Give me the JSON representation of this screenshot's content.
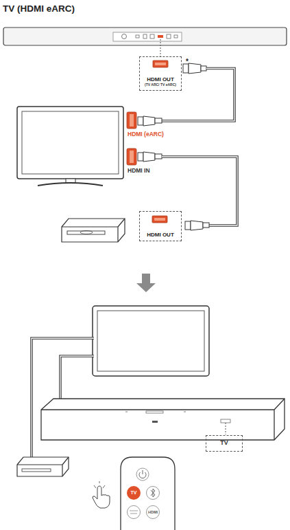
{
  "diagram": {
    "title": "TV (HDMI eARC)",
    "nodes": [
      {
        "text": [
          "HDMI OUT",
          "(TV ARC/ TV eARC)"
        ]
      },
      {
        "text": [
          "HDMI OUT"
        ]
      },
      {
        "text": [
          "TV"
        ]
      },
      {
        "text": [
          "TV"
        ]
      },
      {
        "text": [
          "HDMI"
        ]
      }
    ],
    "labels": [
      "*",
      "HDMI (eARC)",
      "HDMI IN"
    ]
  }
}
